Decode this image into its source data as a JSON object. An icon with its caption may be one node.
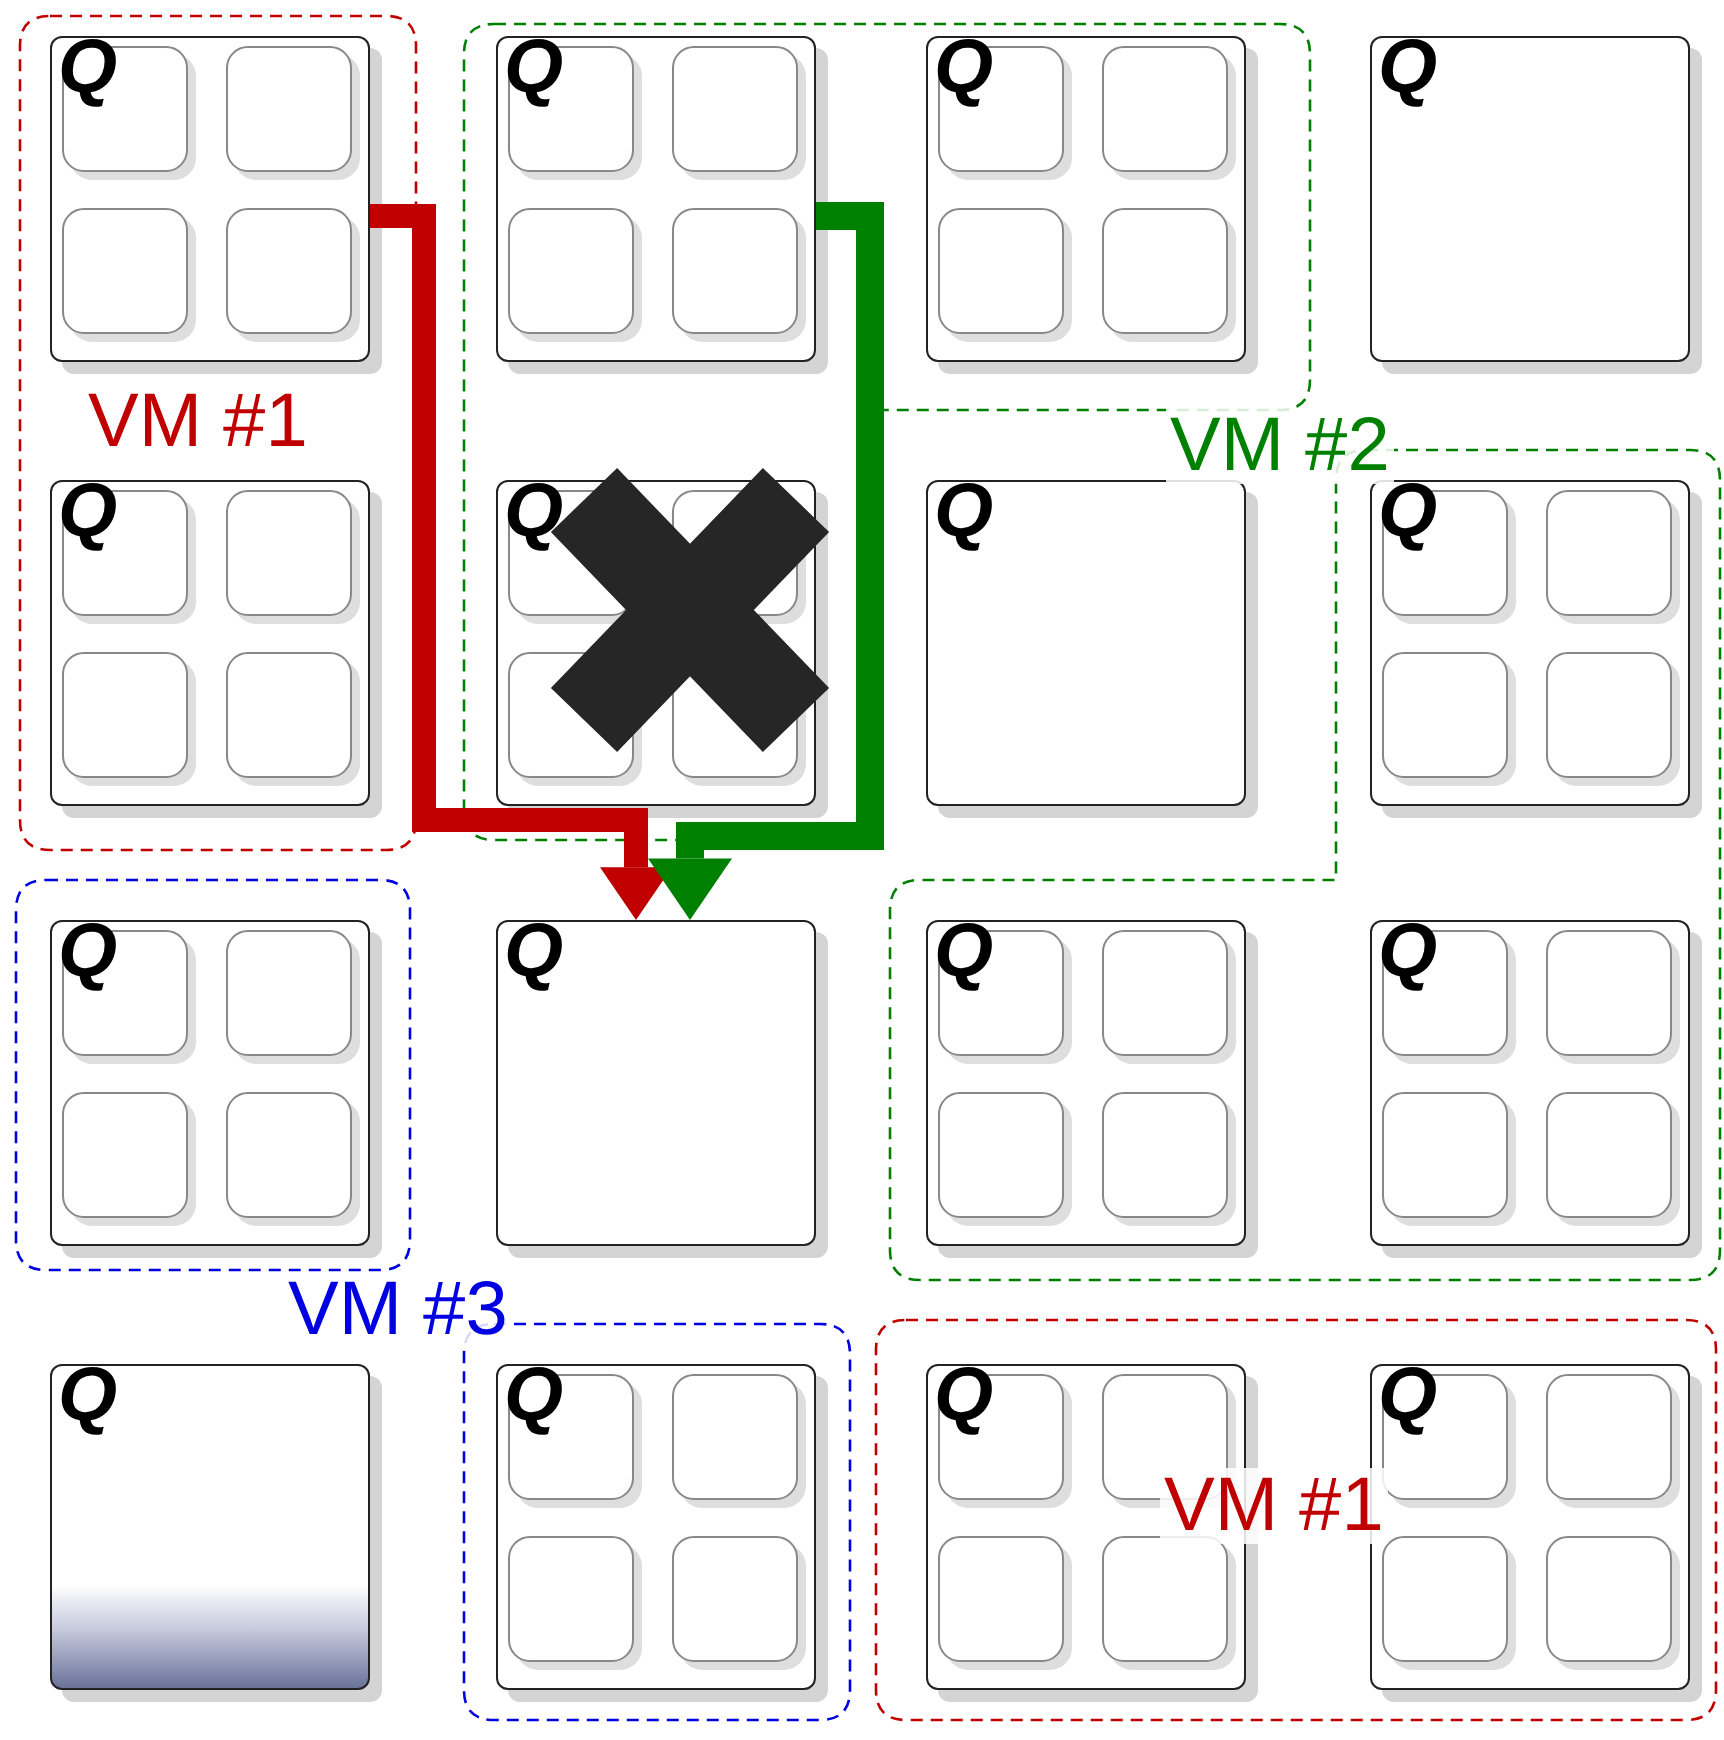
{
  "diagram": {
    "nodes": [
      {
        "text": [
          "Q"
        ]
      },
      {
        "text": [
          "Q"
        ]
      },
      {
        "text": [
          "Q"
        ]
      },
      {
        "text": [
          "Q"
        ]
      },
      {
        "text": [
          "Q"
        ]
      },
      {
        "text": [
          "Q"
        ]
      },
      {
        "text": [
          "Q"
        ]
      },
      {
        "text": [
          "Q"
        ]
      },
      {
        "text": [
          "Q"
        ]
      },
      {
        "text": [
          "Q"
        ]
      },
      {
        "text": [
          "Q"
        ]
      },
      {
        "text": [
          "Q"
        ]
      },
      {
        "text": [
          "Q"
        ]
      },
      {
        "text": [
          "Q"
        ]
      },
      {
        "text": [
          "Q"
        ]
      },
      {
        "text": [
          "Q"
        ]
      }
    ],
    "edges": [
      {
        "from": 0,
        "to": 9,
        "arrow": "to",
        "color": "#c00000"
      },
      {
        "from": 1,
        "to": 9,
        "arrow": "to",
        "color": "#008000"
      }
    ],
    "labels": [
      "VM #1",
      "VM #2",
      "VM #3",
      "VM #1"
    ]
  }
}
